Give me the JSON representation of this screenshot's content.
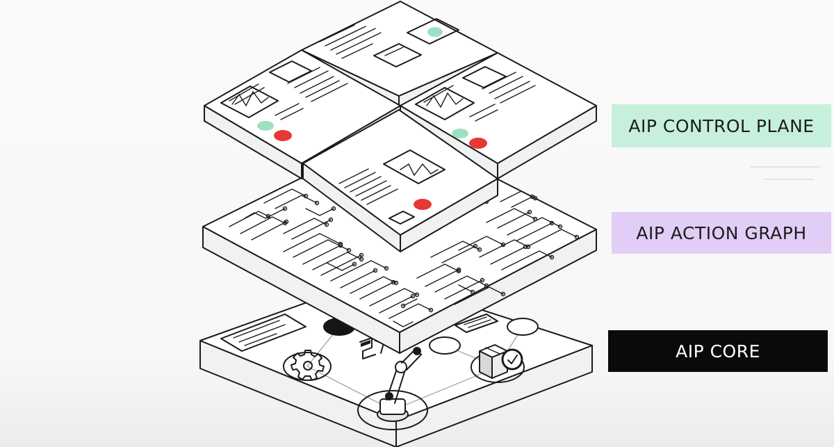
{
  "layers": {
    "control_plane": {
      "label": "AIP CONTROL PLANE",
      "bg": "#c6f0dc",
      "fg": "#1c1c1c"
    },
    "action_graph": {
      "label": "AIP ACTION GRAPH",
      "bg": "#e1cdf5",
      "fg": "#1c1c1c"
    },
    "core": {
      "label": "AIP CORE",
      "bg": "#0a0a0a",
      "fg": "#ffffff"
    }
  },
  "colors": {
    "stroke": "#1a1a1a",
    "accent_green": "#9fe0c2",
    "accent_red": "#e53935",
    "panel_fill": "#ffffff"
  },
  "icons": [
    "gear-icon",
    "robot-arm-icon",
    "package-box-icon",
    "gripper-icon"
  ]
}
